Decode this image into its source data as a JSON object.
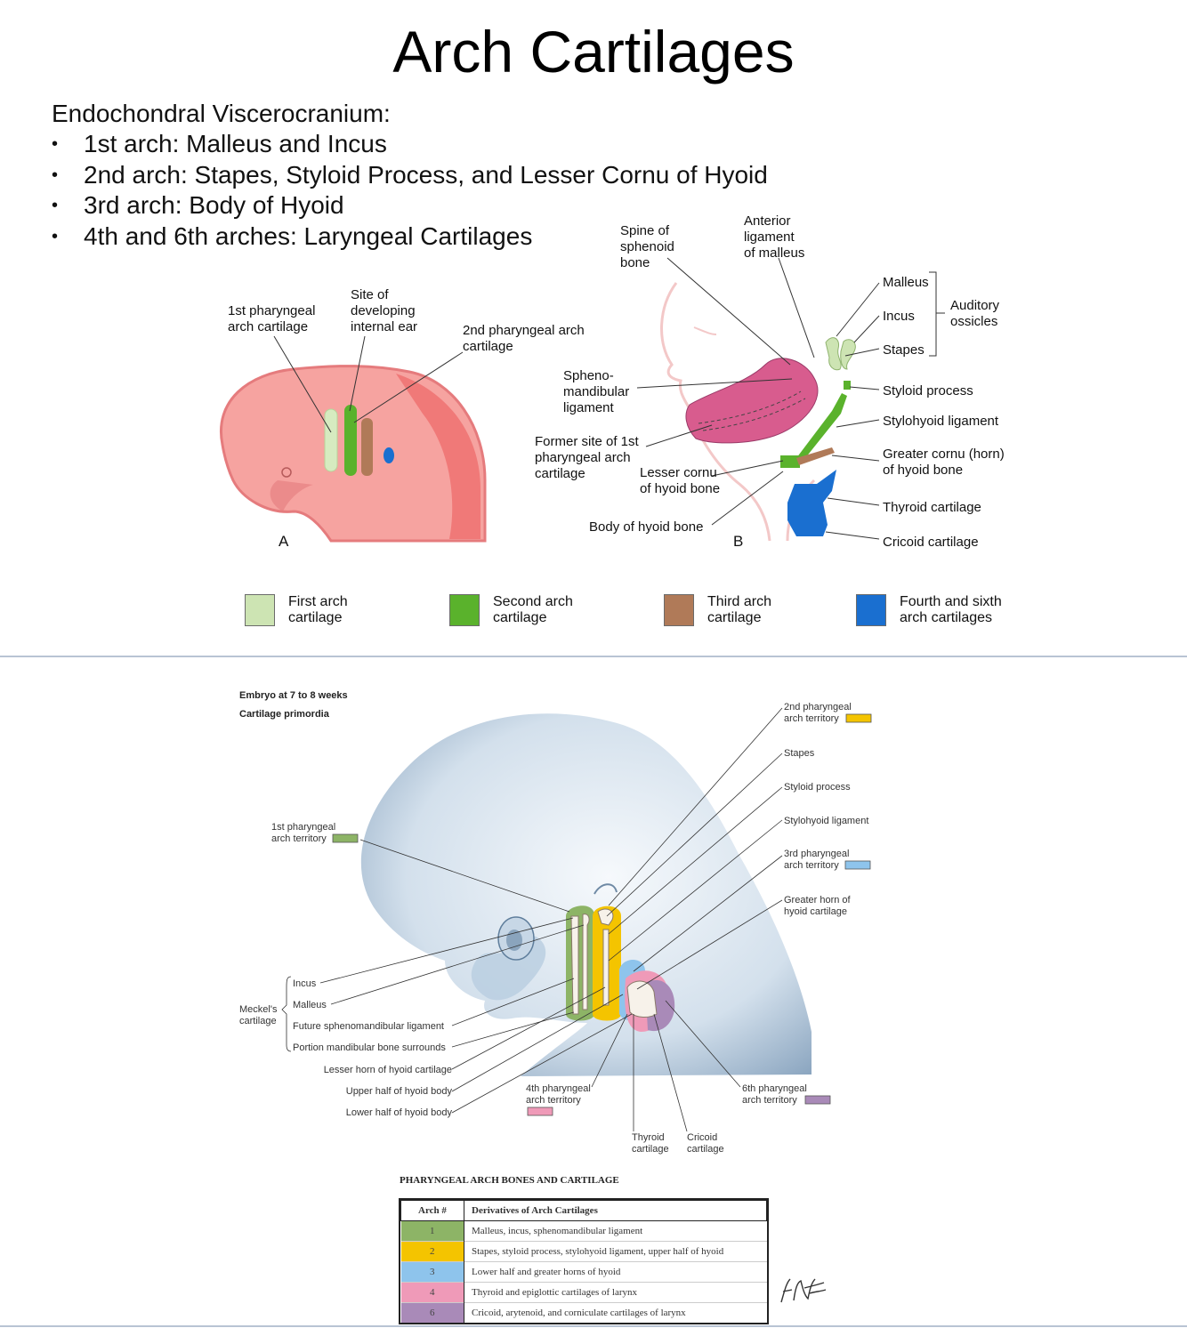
{
  "title": "Arch Cartilages",
  "intro": "Endochondral Viscerocranium:",
  "bullets": [
    "1st arch: Malleus and Incus",
    "2nd arch: Stapes, Styloid Process, and Lesser Cornu of Hyoid",
    "3rd arch: Body of Hyoid",
    "4th and 6th arches: Laryngeal Cartilages"
  ],
  "figA": {
    "label": "A",
    "callouts": {
      "first_cart": [
        "1st pharyngeal",
        "arch cartilage"
      ],
      "inner_ear": [
        "Site of",
        "developing",
        "internal ear"
      ],
      "second_cart": [
        "2nd pharyngeal arch",
        "cartilage"
      ]
    }
  },
  "figB": {
    "label": "B",
    "callouts": {
      "spine": [
        "Spine of",
        "sphenoid",
        "bone"
      ],
      "ant_lig": [
        "Anterior",
        "ligament",
        "of malleus"
      ],
      "malleus": "Malleus",
      "incus": "Incus",
      "stapes": "Stapes",
      "auditory": [
        "Auditory",
        "ossicles"
      ],
      "spheno": [
        "Spheno-",
        "mandibular",
        "ligament"
      ],
      "styloid": "Styloid process",
      "stylohyoid": "Stylohyoid ligament",
      "former": [
        "Former site of 1st",
        "pharyngeal arch",
        "cartilage"
      ],
      "greater": [
        "Greater cornu (horn)",
        "of hyoid bone"
      ],
      "lesser": [
        "Lesser cornu",
        "of hyoid bone"
      ],
      "thyroid": "Thyroid cartilage",
      "body_hyoid": "Body of hyoid bone",
      "cricoid": "Cricoid cartilage"
    }
  },
  "legend": [
    {
      "label": "First arch cartilage",
      "color": "#cde4b3"
    },
    {
      "label": "Second arch cartilage",
      "color": "#5ab22c"
    },
    {
      "label": "Third arch cartilage",
      "color": "#b07a58"
    },
    {
      "label": "Fourth and sixth arch cartilages",
      "color": "#1a6fd0"
    }
  ],
  "netter": {
    "heading1": "Embryo at 7 to 8 weeks",
    "heading2": "Cartilage primordia",
    "right_labels": {
      "l2nd": [
        "2nd pharyngeal",
        "arch territory"
      ],
      "stapes": "Stapes",
      "styloid": "Styloid process",
      "stylohyoid": "Stylohyoid ligament",
      "l3rd": [
        "3rd pharyngeal",
        "arch territory"
      ],
      "greater": [
        "Greater horn of",
        "hyoid cartilage"
      ]
    },
    "left_labels": {
      "l1st": [
        "1st pharyngeal",
        "arch territory"
      ],
      "meckel": [
        "Meckel's",
        "cartilage"
      ],
      "incus": "Incus",
      "malleus": "Malleus",
      "sphenomand": "Future sphenomandibular ligament",
      "portion": "Portion mandibular bone surrounds",
      "lesser": "Lesser horn of hyoid cartilage",
      "upper": "Upper half of hyoid body",
      "lower": "Lower half of hyoid body"
    },
    "bottom_labels": {
      "l4th": [
        "4th pharyngeal",
        "arch territory"
      ],
      "thyroid": [
        "Thyroid",
        "cartilage"
      ],
      "cricoid": [
        "Cricoid",
        "cartilage"
      ],
      "l6th": [
        "6th pharyngeal",
        "arch territory"
      ]
    },
    "colors": {
      "arch1": "#8db466",
      "arch2": "#f4c400",
      "arch3": "#8ec4ec",
      "arch4": "#ef9ab8",
      "arch6": "#a98ab8"
    },
    "signature": "F. Netter"
  },
  "table": {
    "caption": "PHARYNGEAL ARCH BONES AND CARTILAGE",
    "headers": [
      "Arch #",
      "Derivatives of Arch Cartilages"
    ],
    "rows": [
      {
        "arch": "1",
        "text": "Malleus, incus, sphenomandibular ligament",
        "color": "#8db466"
      },
      {
        "arch": "2",
        "text": "Stapes, styloid process, stylohyoid ligament, upper half of hyoid",
        "color": "#f4c400"
      },
      {
        "arch": "3",
        "text": "Lower half and greater horns of hyoid",
        "color": "#8ec4ec"
      },
      {
        "arch": "4",
        "text": "Thyroid and epiglottic cartilages of larynx",
        "color": "#ef9ab8"
      },
      {
        "arch": "6",
        "text": "Cricoid, arytenoid, and corniculate cartilages of larynx",
        "color": "#a98ab8"
      }
    ]
  }
}
